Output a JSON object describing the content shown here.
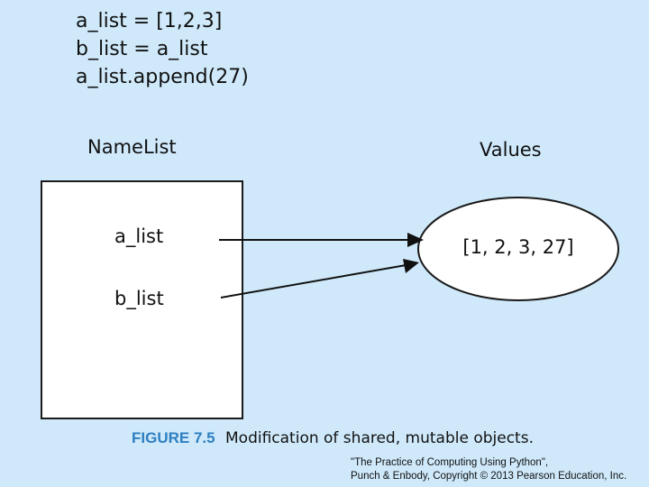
{
  "code": {
    "lines": [
      "a_list = [1,2,3]",
      "b_list = a_list",
      "a_list.append(27)"
    ]
  },
  "diagram": {
    "namelist_heading": "NameList",
    "values_heading": "Values",
    "names": [
      "a_list",
      "b_list"
    ],
    "value": "[1, 2, 3, 27]"
  },
  "caption": {
    "label": "FIGURE 7.5",
    "text": "Modification of shared, mutable objects.",
    "label_color": "#2e7fc1"
  },
  "credit": {
    "line1": "\"The Practice of Computing Using Python\",",
    "line2": "Punch & Enbody, Copyright © 2013 Pearson Education, Inc."
  },
  "colors": {
    "background": "#cfe9fb"
  }
}
